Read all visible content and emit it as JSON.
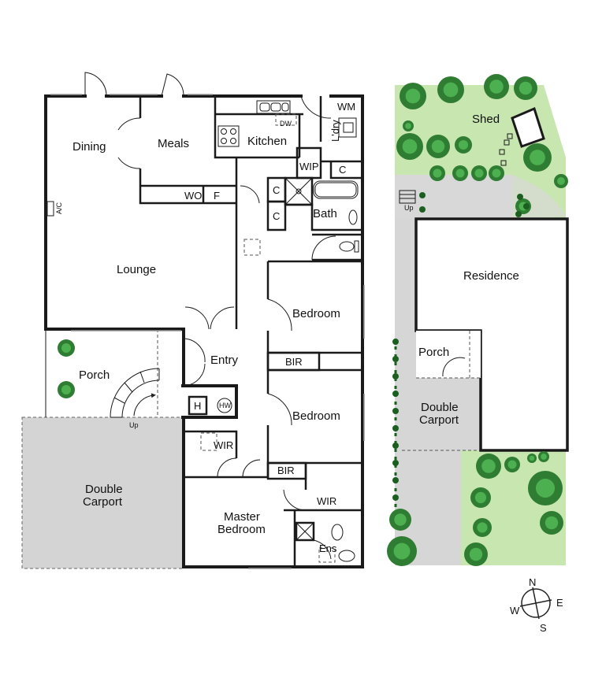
{
  "floor_plan": {
    "rooms": {
      "dining": "Dining",
      "meals": "Meals",
      "kitchen": "Kitchen",
      "laundry": "L'dry",
      "wm": "WM",
      "dw": "DW",
      "wip": "WIP",
      "c1": "C",
      "c2": "C",
      "c3": "C",
      "wo": "WO",
      "f": "F",
      "bath": "Bath",
      "ac": "A/C",
      "lounge": "Lounge",
      "bedroom1": "Bedroom",
      "bir1": "BIR",
      "entry": "Entry",
      "porch": "Porch",
      "up": "Up",
      "h": "H",
      "hw": "HW",
      "bedroom2": "Bedroom",
      "wir1": "WIR",
      "bir2": "BIR",
      "carport_line1": "Double",
      "carport_line2": "Carport",
      "master_line1": "Master",
      "master_line2": "Bedroom",
      "wir2": "WIR",
      "ens": "Ens"
    }
  },
  "site_plan": {
    "shed": "Shed",
    "up": "Up",
    "residence": "Residence",
    "porch": "Porch",
    "carport_line1": "Double",
    "carport_line2": "Carport"
  },
  "compass": {
    "n": "N",
    "e": "E",
    "s": "S",
    "w": "W"
  },
  "colors": {
    "lawn": "#c8e6b0",
    "paving": "#d8d8d8",
    "carport": "#d0d0d0",
    "tree": "#2e7d32"
  }
}
